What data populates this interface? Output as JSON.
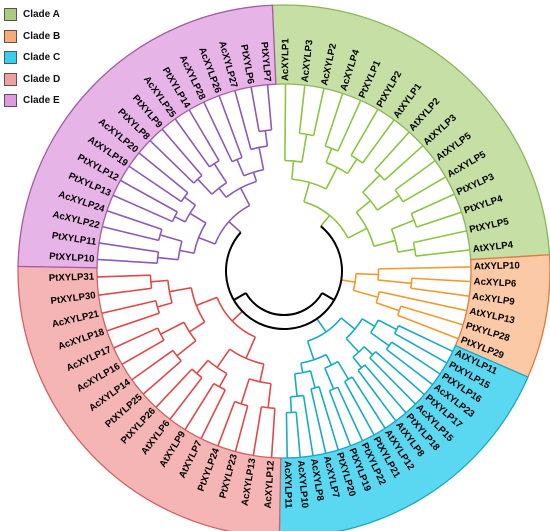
{
  "legend": [
    {
      "label": "Clade A",
      "color": "#a9cd7d"
    },
    {
      "label": "Clade B",
      "color": "#f8ab74"
    },
    {
      "label": "Clade C",
      "color": "#37d0ec"
    },
    {
      "label": "Clade D",
      "color": "#f0a09f"
    },
    {
      "label": "Clade E",
      "color": "#df9ae0"
    }
  ],
  "clades": [
    {
      "name": "Clade A",
      "fill": "#c6dfa4",
      "border": "#8ab55a",
      "branch": "#8cc540",
      "leaves": [
        "AcXYLP1",
        "AcXYLP3",
        "AcXYLP2",
        "AcXYLP4",
        "PtXYLP1",
        "PtXYLP2",
        "AtXYLP1",
        "AtXYLP2",
        "AtXYLP3",
        "AtXYLP5",
        "AcXYLP5",
        "PtXYLP3",
        "PtXYLP4",
        "PtXYLP5",
        "AtXYLP4"
      ]
    },
    {
      "name": "Clade B",
      "fill": "#fbc9a5",
      "border": "#e07b3a",
      "branch": "#f39a2e",
      "leaves": [
        "AtXYLP10",
        "AcXYLP6",
        "AcXYLP9",
        "AtXYLP13",
        "PtXYLP28",
        "PtXYLP29"
      ]
    },
    {
      "name": "Clade C",
      "fill": "#5ad7f1",
      "border": "#1aa7c4",
      "branch": "#18aac8",
      "leaves": [
        "AtXYLP11",
        "PtXYLP15",
        "PtXYLP16",
        "AcXYLP23",
        "PtXYLP17",
        "AcXYLP15",
        "PtXYLP18",
        "AtXYLP8",
        "AtXYLP12",
        "PtXYLP21",
        "PtXYLP22",
        "PtXYLP19",
        "PtXYLP20",
        "AcXYLP7",
        "AcXYLP8",
        "AcXYLP10",
        "AcXYLP11"
      ]
    },
    {
      "name": "Clade D",
      "fill": "#f4b5b4",
      "border": "#d06262",
      "branch": "#e0484a",
      "leaves": [
        "AcXYLP12",
        "AcXYLP13",
        "PtXYLP23",
        "PtXYLP24",
        "AtXYLP7",
        "AtXYLP9",
        "AtXYLP6",
        "PtXYLP26",
        "PtXYLP25",
        "AcXYLP14",
        "AcXYLP16",
        "AcXYLP17",
        "AcXYLP18",
        "AcXYLP21",
        "PtXYLP30",
        "PtXYLP31"
      ]
    },
    {
      "name": "Clade E",
      "fill": "#e7b4e8",
      "border": "#a55ba8",
      "branch": "#8a5bb8",
      "leaves": [
        "PtXYLP10",
        "PtXYLP11",
        "AcXYLP22",
        "AcXYLP24",
        "PtXYLP13",
        "PtXYLP12",
        "AtXYLP19",
        "AcXYLP20",
        "PtXYLP8",
        "PtXYLP9",
        "AcXYLP25",
        "PtXYLP14",
        "AcXYLP28",
        "AcXYLP26",
        "AcXYLP27",
        "PtXYLP6",
        "PtXYLP7"
      ]
    }
  ]
}
